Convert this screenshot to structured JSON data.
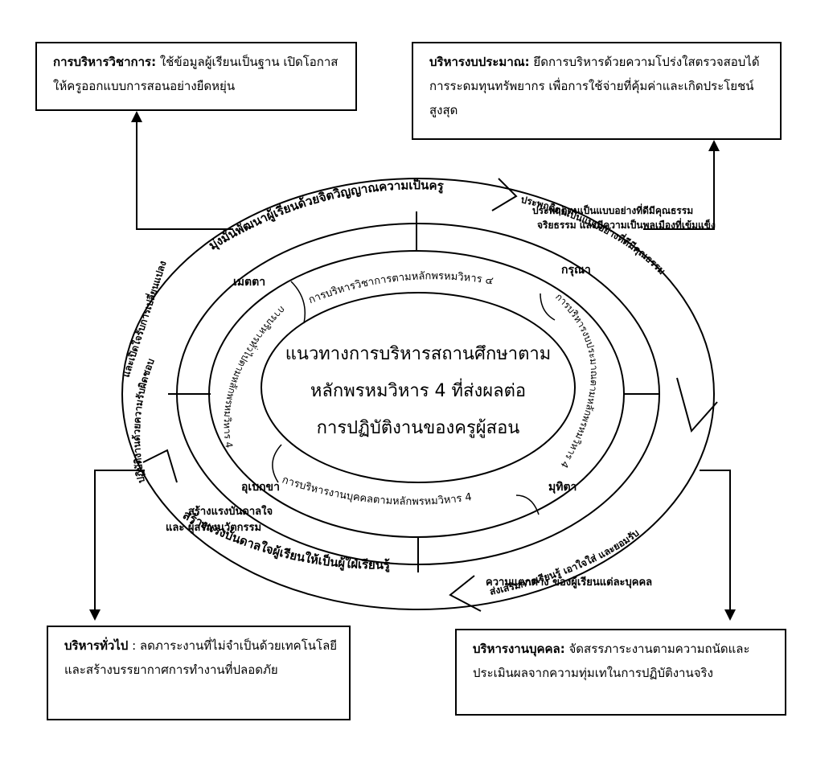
{
  "center": {
    "line1": "แนวทางการบริหารสถานศึกษาตาม",
    "line2": "หลักพรหมวิหาร 4 ที่ส่งผลต่อ",
    "line3": "การปฏิบัติงานของครูผู้สอน"
  },
  "boxes": {
    "academic": {
      "title": "การบริหารวิชาการ:",
      "text": " ใช้ข้อมูลผู้เรียนเป็นฐาน เปิดโอกาสให้ครูออกแบบการสอนอย่างยืดหยุ่น"
    },
    "budget": {
      "title": "บริหารงบประมาณ:",
      "text": " ยึดการบริหารด้วยความโปร่งใสตรวจสอบได้ การระดมทุนทรัพยากร เพื่อการใช้จ่ายที่คุ้มค่าและเกิดประโยชน์สูงสุด"
    },
    "general": {
      "title": "บริหารทั่วไป",
      "text": "  : ลดภาระงานที่ไม่จำเป็นด้วยเทคโนโลยี และสร้างบรรยากาศการทำงานที่ปลอดภัย"
    },
    "personnel": {
      "title": "บริหารงานบุคคล:",
      "text": " จัดสรรภาระงานตามความถนัดและประเมินผลจากความทุ่มเทในการปฏิบัติงานจริง"
    }
  },
  "outer_ring": {
    "top": "มุ่งมั่นพัฒนาผู้เรียนด้วยจิตวิญญาณความเป็นครู",
    "right_1": "ประพฤติตนเป็นแบบอย่างที่ดีมีคุณธรรม",
    "right_2": "จริยธรรม และมีความเป็นพลเมืองที่เข้มแข็ง",
    "bottom": "สร้างแรงบันดาลใจผู้เรียนให้เป็นผู้ใฝ่เรียนรู้",
    "bottom_left_1": "สร้างแรงบันดาลใจ",
    "bottom_left_2": "และ ผู้สร้างนวัตกรรม",
    "bottom_right_1": "ส่งเสริมการเรียนรู้ เอาใจใส่ และยอมรับ",
    "bottom_right_2": "ความแตกต่าง ของผู้เรียนแต่ละบุคคล",
    "left_1": "ปฏิบัติงานด้วยความรับผิดชอบ",
    "left_2": "และเปิดใจรับการเปลี่ยนแปลง"
  },
  "middle_ring": {
    "q_tl": "เมตตา",
    "q_tr": "กรุณา",
    "q_br": "มุทิตา",
    "q_bl": "อุเบกขา"
  },
  "inner_ring": {
    "top": "การบริหารวิชาการตามหลักพรหมวิหาร ๔",
    "right": "การบริหารงบประมาณตามหลักพรหมวิหาร 4",
    "bottom": "การบริหารงานบุคคลตามหลักพรหมวิหาร 4",
    "left": "การบริหารทั่วไปตามหลักพรหมวิหาร 4"
  }
}
